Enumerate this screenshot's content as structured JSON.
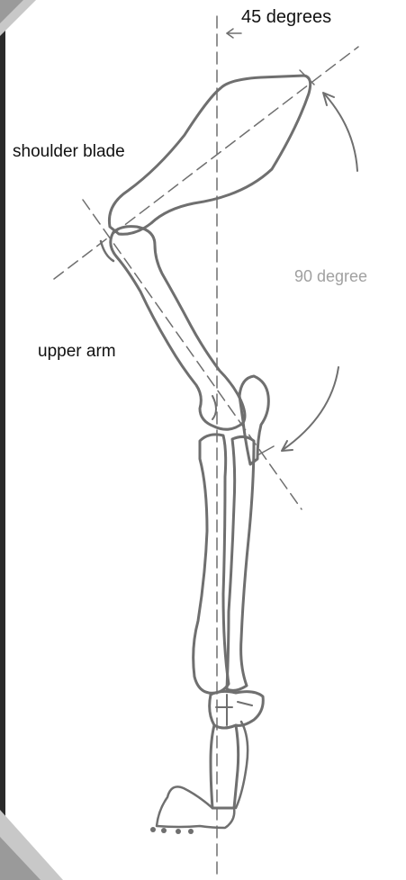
{
  "labels": {
    "angle_45": "45 degrees",
    "shoulder_blade": "shoulder blade",
    "angle_90": "90 degree",
    "upper_arm": "upper arm"
  },
  "colors": {
    "bone_outline": "#6f6f6f",
    "guide_line": "#6f6f6f",
    "label_text": "#111111",
    "secondary_label": "#a0a0a0",
    "frame_left": "#2a2a2a",
    "corner_fold": "#c8c8c8"
  }
}
